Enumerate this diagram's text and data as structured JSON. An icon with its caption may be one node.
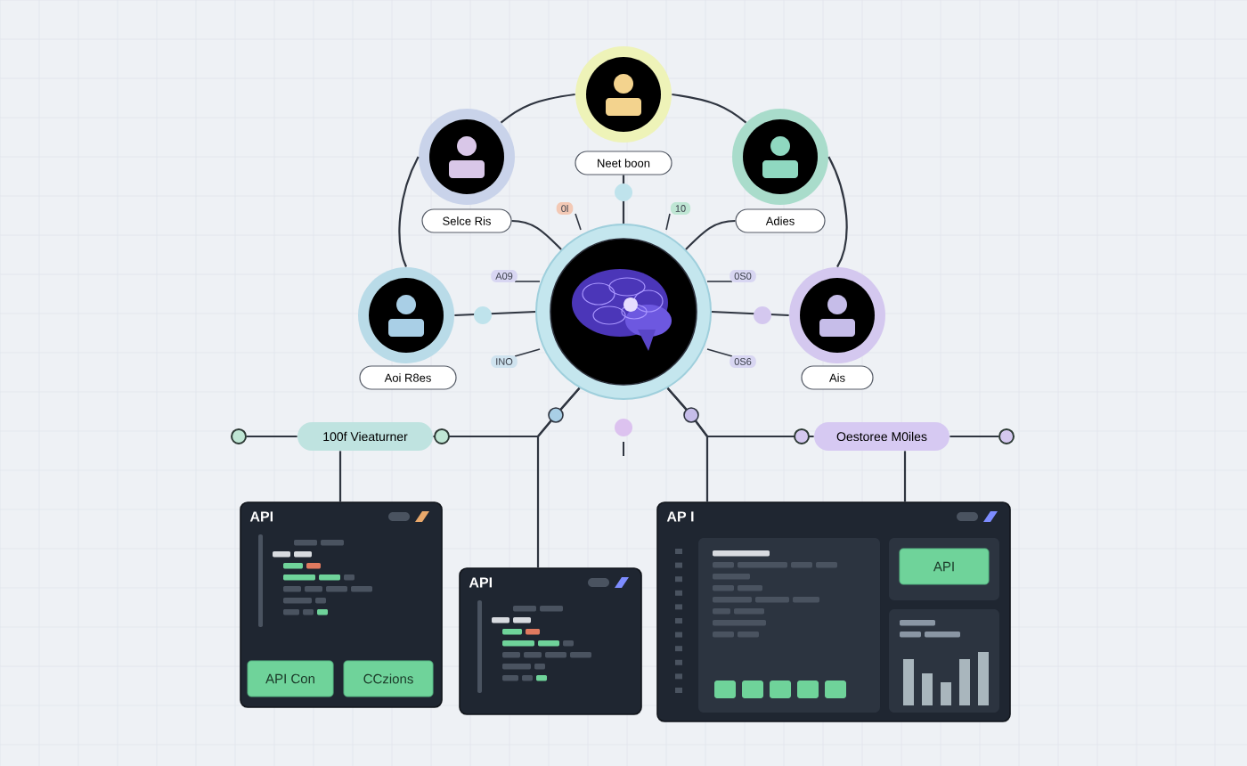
{
  "diagram": {
    "nodes": [
      {
        "text": [],
        "shape": "picture"
      },
      {
        "text": [
          "Neet boon"
        ]
      },
      {
        "text": [
          "Selce Ris"
        ]
      },
      {
        "text": [
          "Adies"
        ]
      },
      {
        "text": [
          "Aoi R8es"
        ]
      },
      {
        "text": [
          "Ais"
        ]
      },
      {
        "text": [
          "100f Vieaturner"
        ]
      },
      {
        "text": [
          "Oestoree M0iles"
        ]
      },
      {
        "text": [
          "API"
        ]
      },
      {
        "text": [
          "API"
        ]
      },
      {
        "text": [
          "AP I"
        ]
      },
      {
        "text": [
          "API Con"
        ],
        "in": 8
      },
      {
        "text": [
          "CCzions"
        ],
        "in": 8
      },
      {
        "text": [
          "API"
        ],
        "in": 10
      },
      {
        "text": [],
        "shape": "circle"
      },
      {
        "text": [],
        "shape": "circle"
      }
    ],
    "edges": [
      {
        "from": 1,
        "to": 0,
        "arrow": "none"
      },
      {
        "from": 1,
        "to": 2,
        "arrow": "none"
      },
      {
        "from": 1,
        "to": 3,
        "arrow": "none"
      },
      {
        "from": 2,
        "to": 4,
        "arrow": "none"
      },
      {
        "from": 3,
        "to": 5,
        "arrow": "none"
      },
      {
        "from": 2,
        "to": 0,
        "arrow": "none"
      },
      {
        "from": 3,
        "to": 0,
        "arrow": "none"
      },
      {
        "from": 4,
        "to": 0,
        "arrow": "none"
      },
      {
        "from": 5,
        "to": 0,
        "arrow": "none"
      },
      {
        "from": 0,
        "to": 6,
        "arrow": "none"
      },
      {
        "from": 0,
        "to": 9,
        "arrow": "none"
      },
      {
        "from": 0,
        "to": 7,
        "arrow": "none"
      },
      {
        "from": 0,
        "to": 10,
        "arrow": "none"
      },
      {
        "from": 6,
        "to": 8,
        "arrow": "none"
      },
      {
        "from": 7,
        "to": 10,
        "arrow": "none"
      },
      {
        "from": 14,
        "to": 6,
        "arrow": "none"
      },
      {
        "from": 7,
        "to": 15,
        "arrow": "none"
      }
    ],
    "labels": [
      "0l",
      "10",
      "A09",
      "0S0",
      "INO",
      "0S6"
    ]
  }
}
